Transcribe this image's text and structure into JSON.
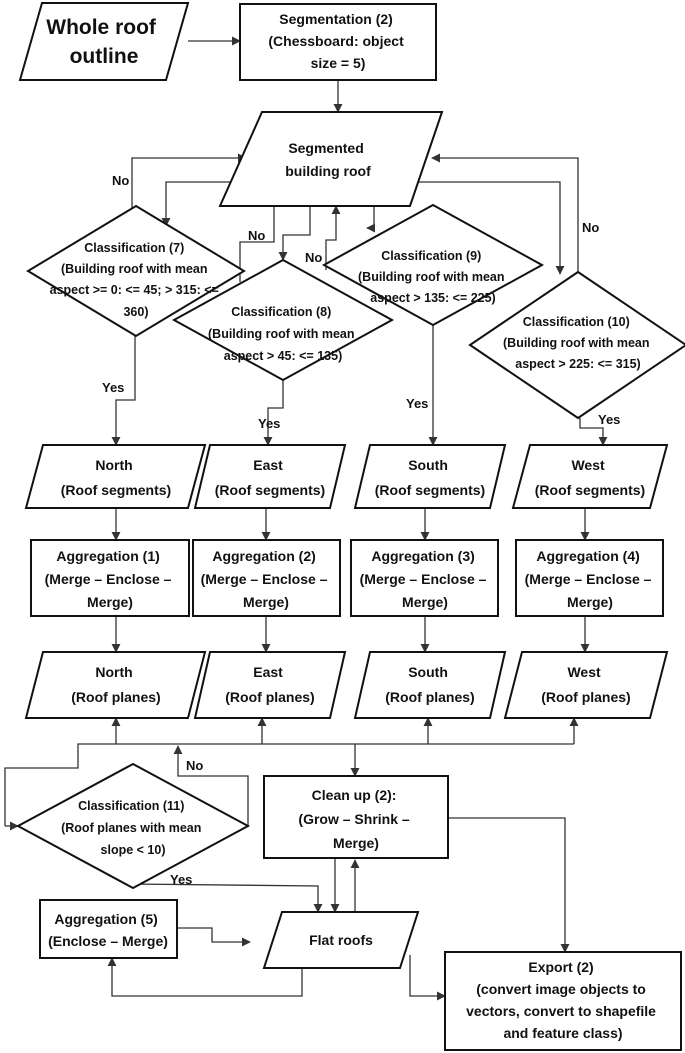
{
  "nodes": {
    "whole_roof": [
      "Whole roof",
      "outline"
    ],
    "segmentation": [
      "Segmentation (2)",
      "(Chessboard: object",
      "size = 5)"
    ],
    "segmented_roof": [
      "Segmented",
      "building roof"
    ],
    "class7": [
      "Classification (7)",
      "(Building roof with mean",
      "aspect >= 0: <= 45; > 315: <=",
      "360)"
    ],
    "class8": [
      "Classification (8)",
      "(Building roof with mean",
      "aspect > 45: <= 135)"
    ],
    "class9": [
      "Classification (9)",
      "(Building roof with mean",
      "aspect > 135: <= 225)"
    ],
    "class10": [
      "Classification (10)",
      "(Building roof with mean",
      "aspect > 225: <= 315)"
    ],
    "north_seg": [
      "North",
      "(Roof segments)"
    ],
    "east_seg": [
      "East",
      "(Roof segments)"
    ],
    "south_seg": [
      "South",
      "(Roof segments)"
    ],
    "west_seg": [
      "West",
      "(Roof segments)"
    ],
    "agg1": [
      "Aggregation (1)",
      "(Merge – Enclose –",
      "Merge)"
    ],
    "agg2": [
      "Aggregation (2)",
      "(Merge – Enclose –",
      "Merge)"
    ],
    "agg3": [
      "Aggregation (3)",
      "(Merge – Enclose –",
      "Merge)"
    ],
    "agg4": [
      "Aggregation (4)",
      "(Merge – Enclose –",
      "Merge)"
    ],
    "north_plane": [
      "North",
      "(Roof planes)"
    ],
    "east_plane": [
      "East",
      "(Roof planes)"
    ],
    "south_plane": [
      "South",
      "(Roof planes)"
    ],
    "west_plane": [
      "West",
      "(Roof planes)"
    ],
    "class11": [
      "Classification (11)",
      "(Roof planes with mean",
      "slope < 10)"
    ],
    "cleanup": [
      "Clean up (2):",
      "(Grow – Shrink –",
      "Merge)"
    ],
    "agg5": [
      "Aggregation (5)",
      "(Enclose – Merge)"
    ],
    "flat_roofs": [
      "Flat roofs"
    ],
    "export": [
      "Export (2)",
      "(convert image objects to",
      "vectors, convert to shapefile",
      "and feature class)"
    ]
  },
  "edge_labels": {
    "no_7": "No",
    "no_8": "No",
    "no_9": "No",
    "no_10": "No",
    "yes_7": "Yes",
    "yes_8": "Yes",
    "yes_9": "Yes",
    "yes_10": "Yes",
    "no_11": "No",
    "yes_11": "Yes"
  }
}
